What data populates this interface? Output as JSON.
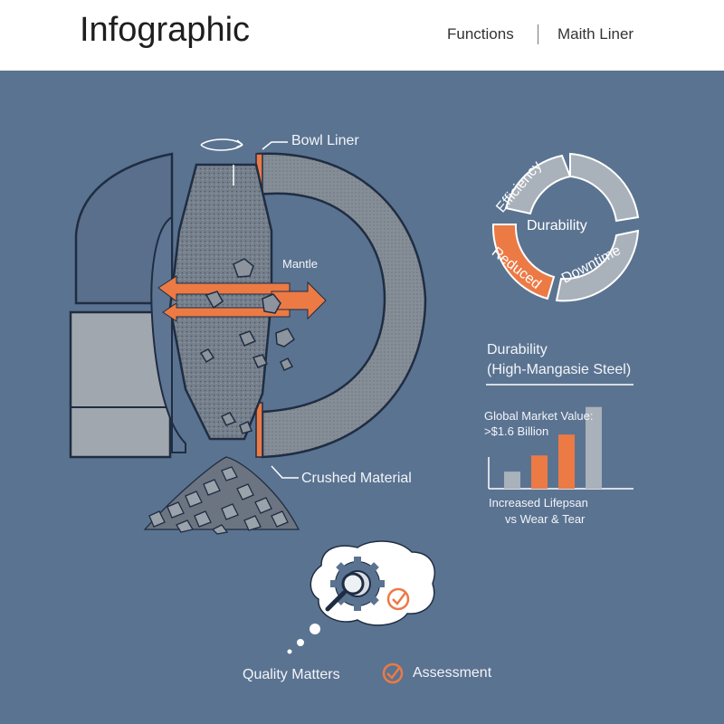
{
  "header": {
    "title": "Infographic",
    "nav": [
      "Functions",
      "Maith Liner"
    ]
  },
  "diagram": {
    "bowl_liner_label": "Bowl Liner",
    "mantle_label": "Mantle",
    "crushed_label": "Crushed Material"
  },
  "cycle": {
    "center": "Durability",
    "segments": [
      "Efficiency",
      "Downtime",
      "Reduced"
    ]
  },
  "panel": {
    "heading": "Durability",
    "subheading": "(High-Mangasie Steel)",
    "market_label": "Global Market Value:",
    "market_value": ">$1.6 Billion",
    "caption_line1": "Increased Lifepsan",
    "caption_line2": "vs Wear & Tear"
  },
  "chart_data": {
    "type": "bar",
    "values": [
      0.18,
      0.35,
      0.57,
      0.86
    ],
    "colors": [
      "#a9b1ba",
      "#ec7a45",
      "#ec7a45",
      "#a9b1ba"
    ]
  },
  "footer": {
    "quality_label": "Quality Matters",
    "assessment_label": "Assessment"
  },
  "colors": {
    "background": "#5a7391",
    "accent": "#ec7a45",
    "gray": "#a9b1ba",
    "outline": "#1f2d42"
  }
}
